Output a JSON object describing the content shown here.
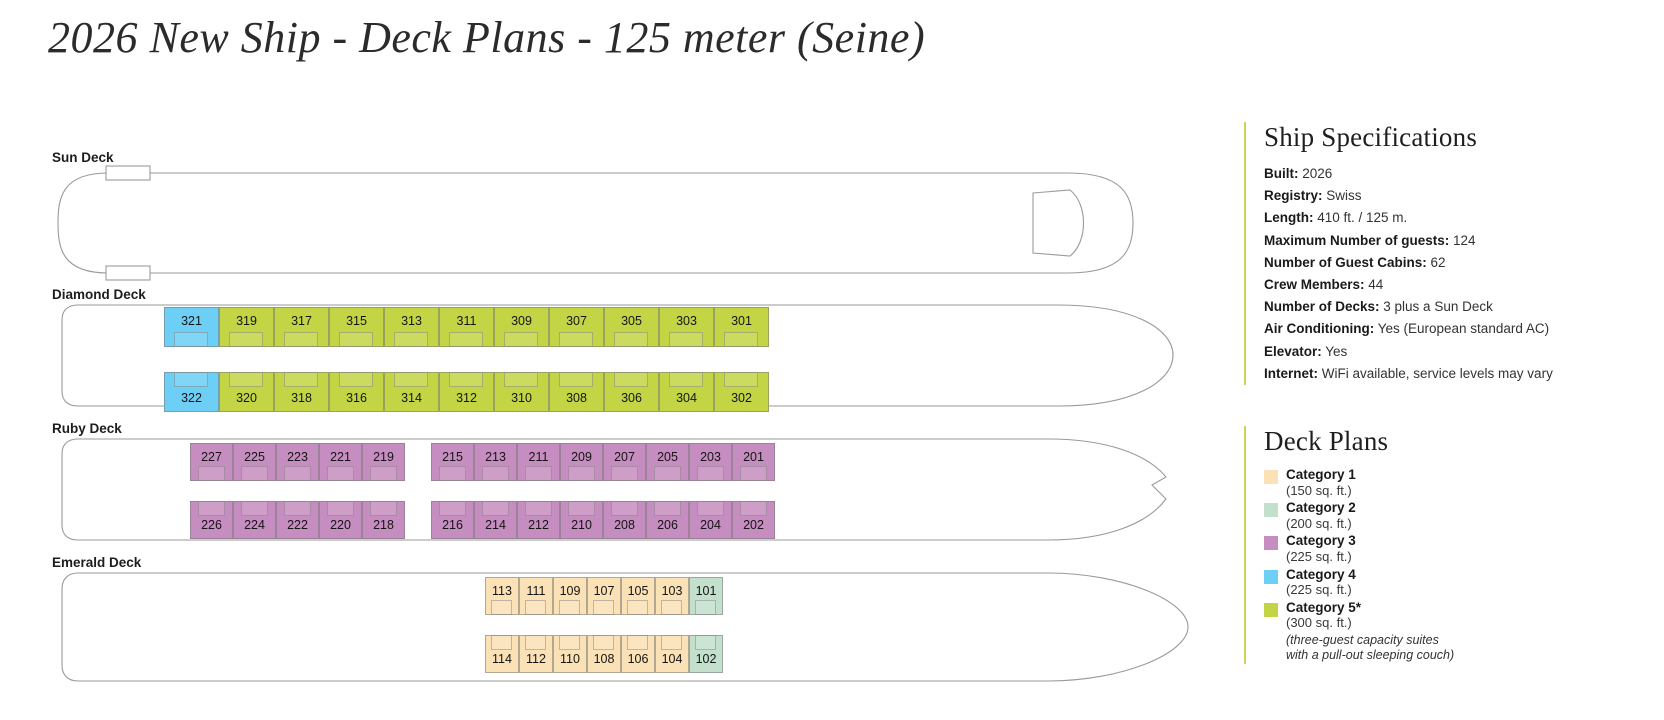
{
  "title": "2026 New Ship - Deck Plans - 125 meter (Seine)",
  "colors": {
    "cat1": "#fbe1b6",
    "cat2": "#c3e0cd",
    "cat3": "#c68ec0",
    "cat4": "#6dcff6",
    "cat5": "#c3d545",
    "rail_accent": "#cfd458",
    "hull_stroke": "#9a9a9a",
    "text": "#1a1a1a"
  },
  "decks": [
    {
      "name": "sun-deck",
      "label": "Sun Deck",
      "cabins": []
    },
    {
      "name": "diamond-deck",
      "label": "Diamond Deck",
      "rows": [
        {
          "name": "diamond-upper-row",
          "cabins": [
            {
              "num": "321",
              "cat": "cat4"
            },
            {
              "num": "319",
              "cat": "cat5"
            },
            {
              "num": "317",
              "cat": "cat5"
            },
            {
              "num": "315",
              "cat": "cat5"
            },
            {
              "num": "313",
              "cat": "cat5"
            },
            {
              "num": "311",
              "cat": "cat5"
            },
            {
              "num": "309",
              "cat": "cat5"
            },
            {
              "num": "307",
              "cat": "cat5"
            },
            {
              "num": "305",
              "cat": "cat5"
            },
            {
              "num": "303",
              "cat": "cat5"
            },
            {
              "num": "301",
              "cat": "cat5"
            }
          ]
        },
        {
          "name": "diamond-lower-row",
          "cabins": [
            {
              "num": "322",
              "cat": "cat4"
            },
            {
              "num": "320",
              "cat": "cat5"
            },
            {
              "num": "318",
              "cat": "cat5"
            },
            {
              "num": "316",
              "cat": "cat5"
            },
            {
              "num": "314",
              "cat": "cat5"
            },
            {
              "num": "312",
              "cat": "cat5"
            },
            {
              "num": "310",
              "cat": "cat5"
            },
            {
              "num": "308",
              "cat": "cat5"
            },
            {
              "num": "306",
              "cat": "cat5"
            },
            {
              "num": "304",
              "cat": "cat5"
            },
            {
              "num": "302",
              "cat": "cat5"
            }
          ]
        }
      ]
    },
    {
      "name": "ruby-deck",
      "label": "Ruby Deck",
      "rows": [
        {
          "name": "ruby-upper-row",
          "groups": [
            {
              "cabins": [
                {
                  "num": "227",
                  "cat": "cat3"
                },
                {
                  "num": "225",
                  "cat": "cat3"
                },
                {
                  "num": "223",
                  "cat": "cat3"
                },
                {
                  "num": "221",
                  "cat": "cat3"
                },
                {
                  "num": "219",
                  "cat": "cat3"
                }
              ]
            },
            {
              "cabins": [
                {
                  "num": "215",
                  "cat": "cat3"
                },
                {
                  "num": "213",
                  "cat": "cat3"
                },
                {
                  "num": "211",
                  "cat": "cat3"
                },
                {
                  "num": "209",
                  "cat": "cat3"
                },
                {
                  "num": "207",
                  "cat": "cat3"
                },
                {
                  "num": "205",
                  "cat": "cat3"
                },
                {
                  "num": "203",
                  "cat": "cat3"
                },
                {
                  "num": "201",
                  "cat": "cat3"
                }
              ]
            }
          ]
        },
        {
          "name": "ruby-lower-row",
          "groups": [
            {
              "cabins": [
                {
                  "num": "226",
                  "cat": "cat3"
                },
                {
                  "num": "224",
                  "cat": "cat3"
                },
                {
                  "num": "222",
                  "cat": "cat3"
                },
                {
                  "num": "220",
                  "cat": "cat3"
                },
                {
                  "num": "218",
                  "cat": "cat3"
                }
              ]
            },
            {
              "cabins": [
                {
                  "num": "216",
                  "cat": "cat3"
                },
                {
                  "num": "214",
                  "cat": "cat3"
                },
                {
                  "num": "212",
                  "cat": "cat3"
                },
                {
                  "num": "210",
                  "cat": "cat3"
                },
                {
                  "num": "208",
                  "cat": "cat3"
                },
                {
                  "num": "206",
                  "cat": "cat3"
                },
                {
                  "num": "204",
                  "cat": "cat3"
                },
                {
                  "num": "202",
                  "cat": "cat3"
                }
              ]
            }
          ]
        }
      ]
    },
    {
      "name": "emerald-deck",
      "label": "Emerald Deck",
      "rows": [
        {
          "name": "emerald-upper-row",
          "cabins": [
            {
              "num": "113",
              "cat": "cat1"
            },
            {
              "num": "111",
              "cat": "cat1"
            },
            {
              "num": "109",
              "cat": "cat1"
            },
            {
              "num": "107",
              "cat": "cat1"
            },
            {
              "num": "105",
              "cat": "cat1"
            },
            {
              "num": "103",
              "cat": "cat1"
            },
            {
              "num": "101",
              "cat": "cat2"
            }
          ]
        },
        {
          "name": "emerald-lower-row",
          "cabins": [
            {
              "num": "114",
              "cat": "cat1"
            },
            {
              "num": "112",
              "cat": "cat1"
            },
            {
              "num": "110",
              "cat": "cat1"
            },
            {
              "num": "108",
              "cat": "cat1"
            },
            {
              "num": "106",
              "cat": "cat1"
            },
            {
              "num": "104",
              "cat": "cat1"
            },
            {
              "num": "102",
              "cat": "cat2"
            }
          ]
        }
      ]
    }
  ],
  "specs": {
    "heading": "Ship Specifications",
    "items": [
      {
        "label": "Built:",
        "value": "2026"
      },
      {
        "label": "Registry:",
        "value": "Swiss"
      },
      {
        "label": "Length:",
        "value": "410 ft. / 125 m."
      },
      {
        "label": "Maximum Number of guests:",
        "value": "124"
      },
      {
        "label": "Number of Guest Cabins:",
        "value": "62"
      },
      {
        "label": "Crew Members:",
        "value": "44"
      },
      {
        "label": "Number of Decks:",
        "value": "3 plus a Sun Deck"
      },
      {
        "label": "Air Conditioning:",
        "value": "Yes (European standard AC)"
      },
      {
        "label": "Elevator:",
        "value": "Yes"
      },
      {
        "label": "Internet:",
        "value": "WiFi available, service levels may vary"
      }
    ]
  },
  "legend": {
    "heading": "Deck Plans",
    "items": [
      {
        "title": "Category 1",
        "sub": "(150 sq. ft.)",
        "color": "#fbe1b6"
      },
      {
        "title": "Category 2",
        "sub": "(200 sq. ft.)",
        "color": "#c3e0cd"
      },
      {
        "title": "Category 3",
        "sub": "(225 sq. ft.)",
        "color": "#c68ec0"
      },
      {
        "title": "Category 4",
        "sub": "(225 sq. ft.)",
        "color": "#6dcff6"
      },
      {
        "title": "Category 5*",
        "sub": "(300 sq. ft.)",
        "color": "#c3d545"
      }
    ],
    "note_line1": "(three-guest capacity suites",
    "note_line2": "with a pull-out sleeping couch)"
  }
}
